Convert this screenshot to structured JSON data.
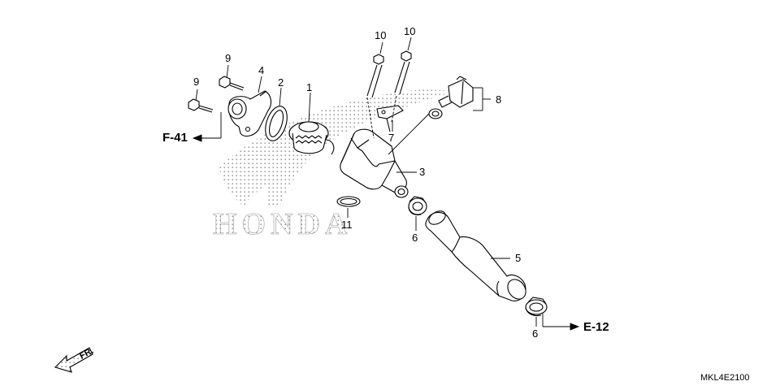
{
  "diagram": {
    "logo_text": "HONDA",
    "callouts": {
      "p1": "1",
      "p2": "2",
      "p3": "3",
      "p4": "4",
      "p5": "5",
      "p6a": "6",
      "p6b": "6",
      "p7": "7",
      "p8": "8",
      "p9a": "9",
      "p9b": "9",
      "p10a": "10",
      "p10b": "10",
      "p11": "11"
    },
    "references": {
      "f41": "F-41",
      "e12": "E-12"
    },
    "front_indicator": "FR.",
    "diagram_code": "MKL4E2100"
  }
}
